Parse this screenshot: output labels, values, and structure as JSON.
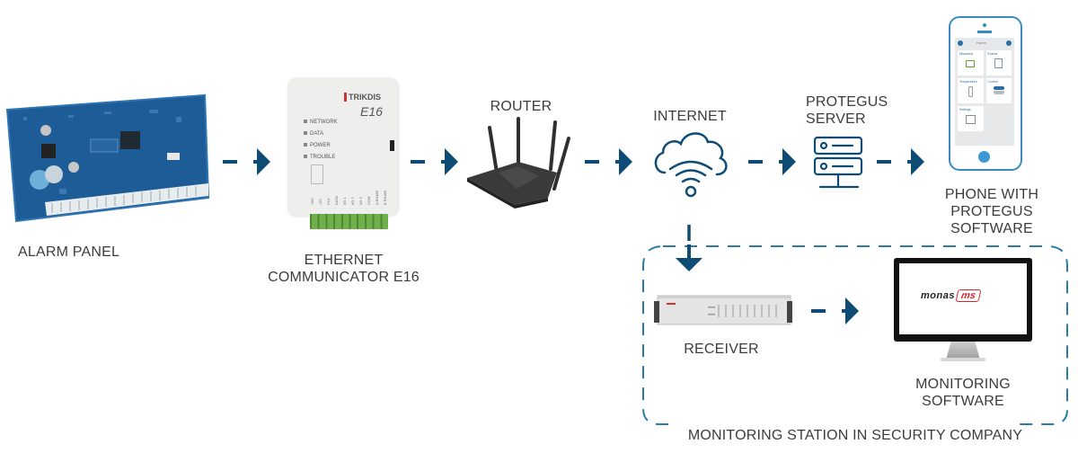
{
  "colors": {
    "accent": "#0f4c75",
    "accent_light": "#2a7ba8",
    "text": "#3c3c3c",
    "pcb": "#1e5f9c",
    "monas_red": "#d8262e"
  },
  "nodes": {
    "alarm_panel": {
      "label": "ALARM PANEL"
    },
    "communicator": {
      "label": "ETHERNET\nCOMMUNICATOR E16",
      "brand": "TRIKDIS",
      "model": "E16",
      "leds": [
        "NETWORK",
        "DATA",
        "POWER",
        "TROUBLE"
      ],
      "terminals": [
        "+DC",
        "-DC",
        "CLK",
        "DATA",
        "I/O 1",
        "I/O 2",
        "I/O 3",
        "COM",
        "A RS485",
        "B RS485"
      ]
    },
    "router": {
      "label": "ROUTER"
    },
    "internet": {
      "label": "INTERNET"
    },
    "server": {
      "label": "PROTEGUS\nSERVER"
    },
    "phone": {
      "label": "PHONE WITH\nPROTEGUS\nSOFTWARE",
      "screen_title": "Home",
      "tiles": [
        "Disarmed",
        "Events",
        "Temperature",
        "Control",
        "Settings"
      ]
    },
    "receiver": {
      "label": "RECEIVER"
    },
    "monitoring": {
      "label": "MONITORING\nSOFTWARE",
      "logo_text": "monas",
      "logo_badge": "ms"
    }
  },
  "group": {
    "label": "MONITORING STATION IN SECURITY COMPANY"
  },
  "icons": {
    "arrow": "arrow-right-icon",
    "cloud": "cloud-wifi-icon",
    "server": "server-icon"
  }
}
